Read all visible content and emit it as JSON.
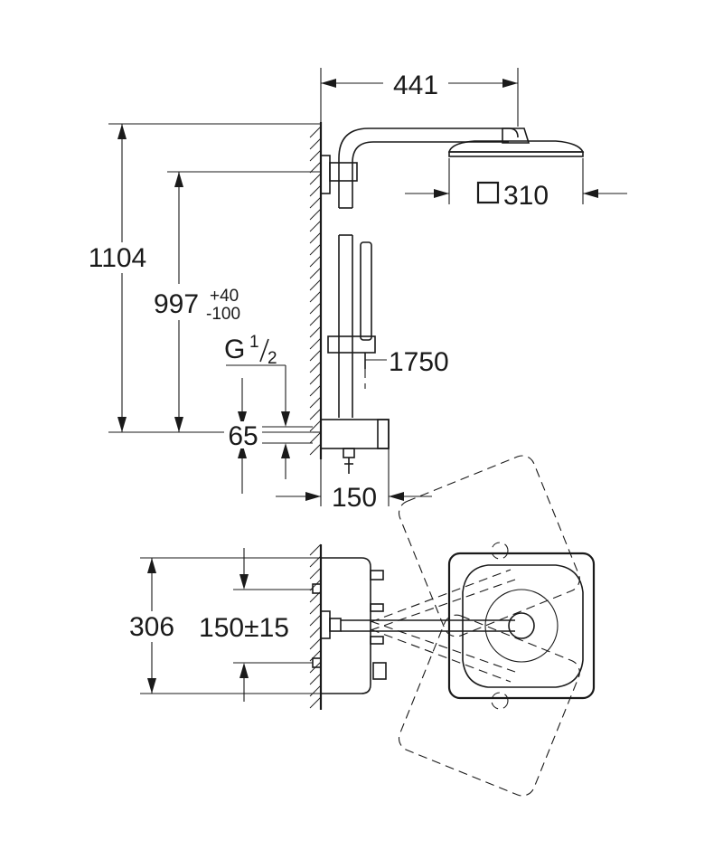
{
  "dimensions": {
    "width_441": "441",
    "head_size": "310",
    "total_height": "1104",
    "outlet_height": "997",
    "outlet_tol_plus": "+40",
    "outlet_tol_minus": "-100",
    "thread_g": "G",
    "thread_num": "1",
    "thread_den": "2",
    "hose_length": "1750",
    "spacing_65": "65",
    "depth_150": "150",
    "width_306": "306",
    "spacing_150": "150±15"
  }
}
